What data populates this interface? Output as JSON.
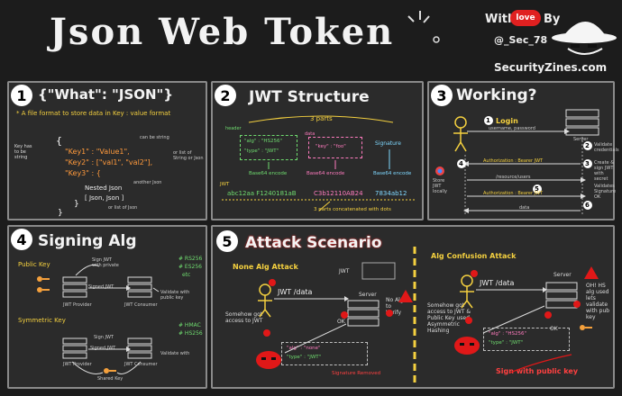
{
  "header": {
    "title": "Json Web Token",
    "with": "With",
    "love": "love",
    "by": "By",
    "handle": "@_Sec_78",
    "site": "SecurityZines.com"
  },
  "panel1": {
    "num": "1",
    "heading": "{\"What\": \"JSON\"}",
    "desc": "* A file format to store data in Key : value format",
    "key_note": "Key has to be string",
    "can_be_string": "can be string",
    "list_note": "or list of String or Json",
    "line_open": "{",
    "line1": "\"Key1\" : \"Value1\",",
    "line2": "\"Key2\" : [\"val1\", \"val2\"],",
    "line3": "\"Key3\" : {",
    "another_json": "another Json",
    "nested": "Nested Json",
    "nested_list": "[ Json, Json ]",
    "or_list": "or list of Json",
    "line_close1": "}",
    "line_close2": "}"
  },
  "panel2": {
    "num": "2",
    "heading": "JWT Structure",
    "parts": "3 parts",
    "header_label": "header",
    "data_label": "data",
    "header_json1": "\"alg\" : \"HS256\"",
    "header_json2": "\"type\" : \"JWT\"",
    "data_json": "\"key\" : \"foo\"",
    "signature": "Signature",
    "enc1": "Base64 encode",
    "enc2": "Base64 encode",
    "enc3": "Base64 encode",
    "jwt_label": "JWT",
    "token_a": "abc12aa F1240181aB",
    "token_b": "C3b12110AB24",
    "token_c": "7834ab12",
    "concat": "3 parts concatenated with dots"
  },
  "panel3": {
    "num": "3",
    "heading": "Working?",
    "login": "Login",
    "creds": "username, password",
    "server": "Server",
    "validate": "Validate credentials",
    "create": "Create & sign JWT with secret",
    "store": "Store JWT locally",
    "auth1": "Authorization : Bearer JWT",
    "resource": "/resource/users",
    "auth2": "Authorization : Bearer JWT",
    "validates_sig": "Validates Signature OK",
    "data": "data",
    "n1": "1",
    "n2": "2",
    "n3": "3",
    "n4": "4",
    "n5": "5",
    "n6": "6"
  },
  "panel4": {
    "num": "4",
    "heading": "Signing Alg",
    "public_key": "Public Key",
    "algs1": [
      "# RS256",
      "# ES256",
      "etc"
    ],
    "sign_jwt": "Sign JWT with private",
    "signed": "Signed JWT",
    "jwt_provider": "JWT Provider",
    "jwt_consumer": "JWT Consumer",
    "validate_pub": "Validate with public key",
    "symmetric_key": "Symmetric Key",
    "algs2": [
      "# HMAC",
      "# HS256"
    ],
    "sign_jwt2": "Sign JWT",
    "signed2": "Signed JWT",
    "validate_shared": "Validate with",
    "shared_key": "Shared Key",
    "jwt_provider2": "JWT Provider",
    "jwt_consumer2": "JWT Consumer"
  },
  "panel5": {
    "num": "5",
    "heading": "Attack Scenario",
    "none_attack": "None Alg Attack",
    "jwt": "JWT",
    "jwt_data": "JWT /data",
    "server": "Server",
    "somehow": "Somehow got access to JWT",
    "no_alg": "No Alg to Verify",
    "ok": "OK",
    "none_json1": "\"alg\" : \"none\"",
    "none_json2": "\"type\" : \"JWT\"",
    "sig_removed": "Signature Removed",
    "confusion_attack": "Alg Confusion Attack",
    "jwt_data2": "JWT /data",
    "server2": "Server",
    "somehow2": "Somehow got access to JWT & Public Key used Asymmetric Hashing",
    "oh_hs": "OH! HS alg used lets validate with pub key",
    "ok2": "OK",
    "hs_json1": "\"alg\" : \"HS256\"",
    "hs_json2": "\"type\" : \"JWT\"",
    "sign_pub": "Sign with public key"
  },
  "colors": {
    "background": "#1c1c1c",
    "panel": "#2b2b2b",
    "border": "#8a8a8a",
    "yellow": "#f4d03f",
    "green": "#6fdc6f",
    "pink": "#ff7bbf",
    "orange": "#ff9a3c",
    "red": "#ff3030"
  }
}
